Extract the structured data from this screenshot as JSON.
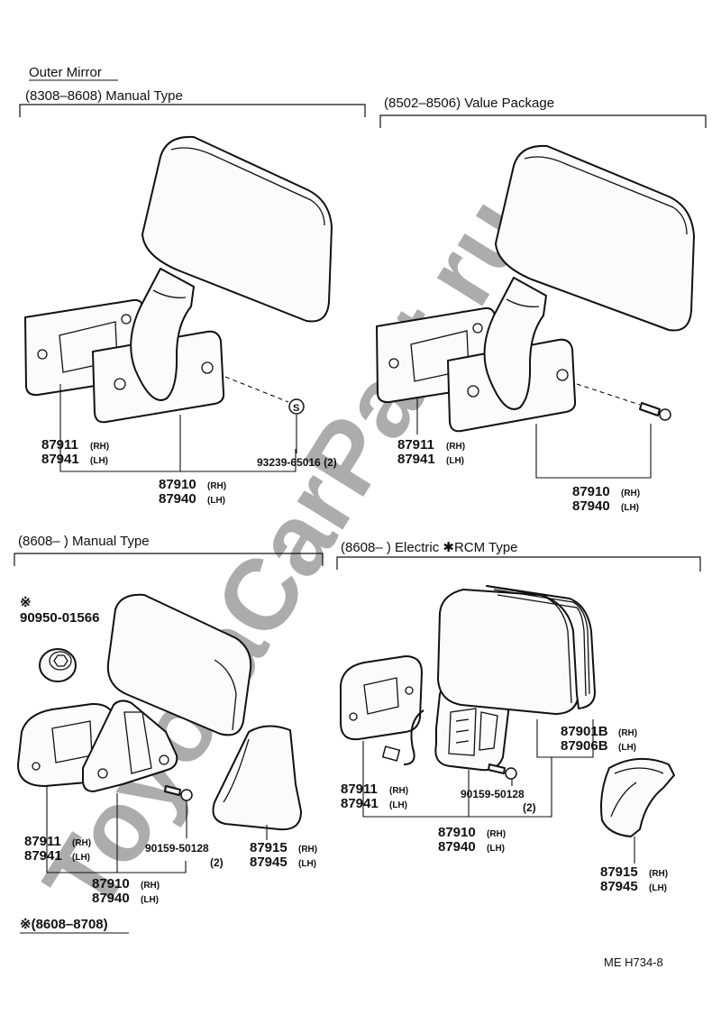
{
  "title": "Outer Mirror",
  "watermark": "ToyotaCarPart.ru",
  "footnote": "※(8608–8708)",
  "page_code": "ME  H734-8",
  "side_rh": "(RH)",
  "side_lh": "(LH)",
  "sections": [
    {
      "header": "(8308–8608) Manual Type",
      "parts": {
        "gasket_rh": "87911",
        "gasket_lh": "87941",
        "mirror_rh": "87910",
        "mirror_lh": "87940",
        "screw": "93239-65016 (2)"
      },
      "screw_symbol": "S"
    },
    {
      "header": "(8502–8506) Value Package",
      "parts": {
        "gasket_rh": "87911",
        "gasket_lh": "87941",
        "mirror_rh": "87910",
        "mirror_lh": "87940"
      }
    },
    {
      "header": "(8608–        ) Manual Type",
      "parts": {
        "bushing_mark": "※",
        "bushing": "90950-01566",
        "gasket_rh": "87911",
        "gasket_lh": "87941",
        "screw": "90159-50128",
        "screw_qty": "(2)",
        "cover_rh": "87915",
        "cover_lh": "87945",
        "mirror_rh": "87910",
        "mirror_lh": "87940"
      }
    },
    {
      "header": "(8608–        ) Electric ✱RCM Type",
      "parts": {
        "gasket_rh": "87911",
        "gasket_lh": "87941",
        "screw": "90159-50128",
        "screw_qty": "(2)",
        "glass_rh": "87901B",
        "glass_lh": "87906B",
        "mirror_rh": "87910",
        "mirror_lh": "87940",
        "cover_rh": "87915",
        "cover_lh": "87945"
      }
    }
  ]
}
